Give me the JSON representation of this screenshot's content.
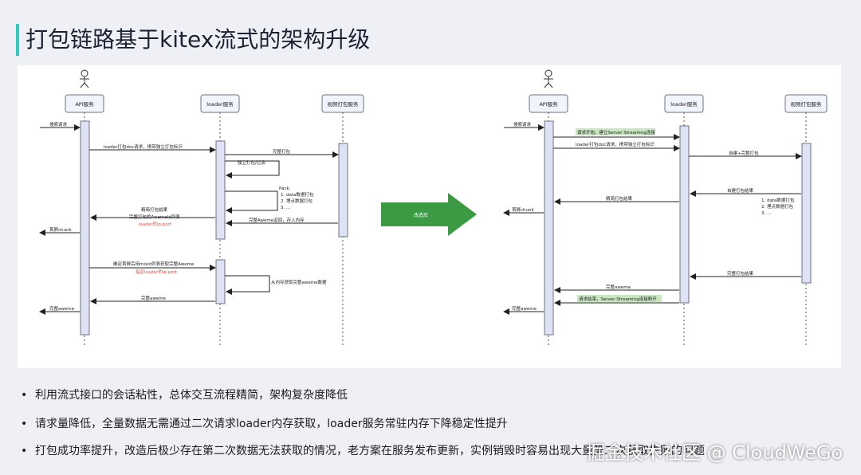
{
  "title": "打包链路基于kitex流式的架构升级",
  "left_diagram": {
    "participants": [
      "API服务",
      "loader服务",
      "视频打包服务"
    ],
    "messages": {
      "search": "搜索请求",
      "loader_doc": "loader打包doc请求，携带独立打包标识",
      "full_pack": "完整打包",
      "independent": "独立打包/过滤",
      "pack_label": "Pack:",
      "pack_items": [
        "1. data数据打包",
        "2. 埋点数据打包",
        "3. ..."
      ],
      "simple_result": "精简打包结果",
      "full_list": "完整打包的AwemeId列表",
      "loader_ip": "loader的ip:port",
      "first_chunk": "首屏chunk",
      "full_aweme_back": "完整Aweme返回，存入内存",
      "confirm_req": "确定首屏后用mixid列表获取完整Aweme",
      "specify_ip": "指定loader的ip:port",
      "from_memory": "从内存获取完整aweme数据",
      "full_aweme": "完整aweme",
      "full_aweme_out": "完整aweme"
    }
  },
  "transition": {
    "label": "改造后"
  },
  "right_diagram": {
    "participants": [
      "API服务",
      "loader服务",
      "视频打包服务"
    ],
    "messages": {
      "search": "搜索请求",
      "stream_start": "请求开始，建立Server Streaming连接",
      "loader_doc": "loader打包doc请求，携带独立打包标识",
      "self_pack": "自建+完整打包",
      "self_result": "自建打包结果",
      "pack_items": [
        "1. data数据打包",
        "2. 埋点数据打包",
        "3. ..."
      ],
      "simple_result": "精简打包结果",
      "first_chunk": "首屏chunk",
      "full_result": "完整打包结果",
      "full_aweme": "完整aweme",
      "stream_end": "请求结束，Server Streaming连接断开",
      "full_aweme_out": "完整aweme"
    }
  },
  "bullets": [
    "利用流式接口的会话粘性，总体交互流程精简，架构复杂度降低",
    "请求量降低，全量数据无需通过二次请求loader内存获取，loader服务常驻内存下降稳定性提升",
    "打包成功率提升，改造后极少存在第二次数据无法获取的情况，老方案在服务发布更新，实例销毁时容易出现大量第二次获取失败的问题"
  ],
  "watermark": "掘金技术社区 @ CloudWeGo",
  "colors": {
    "accent": "#2fc9c0",
    "box_fill": "#f2f4fb",
    "activation": "#dde3f5",
    "stream_highlight": "#c8e6c0",
    "arrow_green": "#3c9a45",
    "link_red": "#d9534f"
  }
}
